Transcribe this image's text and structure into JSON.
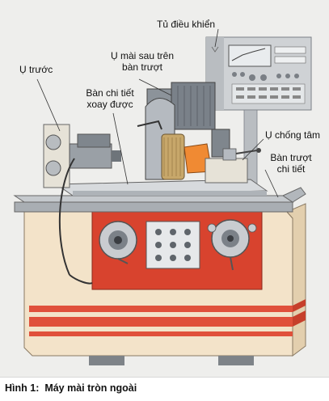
{
  "labels": {
    "control_cabinet": "Tủ điều khiển",
    "rear_spindle_line1": "Ụ mài sau trên",
    "rear_spindle_line2": "bàn trượt",
    "headstock": "Ụ trước",
    "rotary_table_line1": "Bàn chi tiết",
    "rotary_table_line2": "xoay được",
    "tailstock": "Ụ chống tâm",
    "slide_table_line1": "Bàn trượt",
    "slide_table_line2": "chi tiết"
  },
  "caption": {
    "label": "Hình 1:",
    "title": "Máy mài tròn ngoài"
  },
  "colors": {
    "machine_cream": "#f3e3c9",
    "machine_red": "#d8432e",
    "stripe_red": "#e0503a",
    "cabinet_gray": "#d4d6d8",
    "metal_gray": "#9aa0a6",
    "dark": "#3a3d42"
  }
}
